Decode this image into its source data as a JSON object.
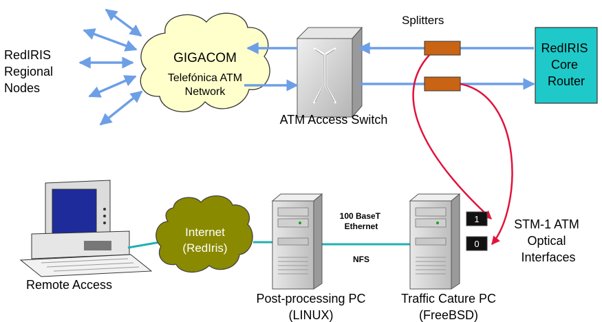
{
  "left_label": [
    "RedIRIS",
    "Regional",
    "Nodes"
  ],
  "gigacom": {
    "title": "GIGACOM",
    "line1": "Telefónica ATM",
    "line2": "Network"
  },
  "atm_switch_label": "ATM Access Switch",
  "splitters_label": "Splitters",
  "core_router": [
    "RedIRIS",
    "Core",
    "Router"
  ],
  "internet": {
    "line1": "Internet",
    "line2": "(RedIris)"
  },
  "remote_access_label": "Remote Access",
  "post_pc": {
    "line1": "Post-processing PC",
    "line2": "(LINUX)"
  },
  "capture_pc": {
    "line1": "Traffic Cature PC",
    "line2": "(FreeBSD)"
  },
  "ethernet_label": [
    "100 BaseT",
    "Ethernet"
  ],
  "nfs_label": "NFS",
  "stm_label": [
    "STM-1 ATM",
    "Optical",
    "Interfaces"
  ],
  "port_labels": [
    "1",
    "0"
  ],
  "colors": {
    "arrow_blue": "#6d9fe6",
    "cloud_yellow": "#ffffcc",
    "cloud_olive": "#8a8a00",
    "router_cyan": "#1fc9c9",
    "splitter_orange": "#c86414",
    "fiber_red": "#e0133c",
    "ethernet_teal": "#20b0b0"
  }
}
